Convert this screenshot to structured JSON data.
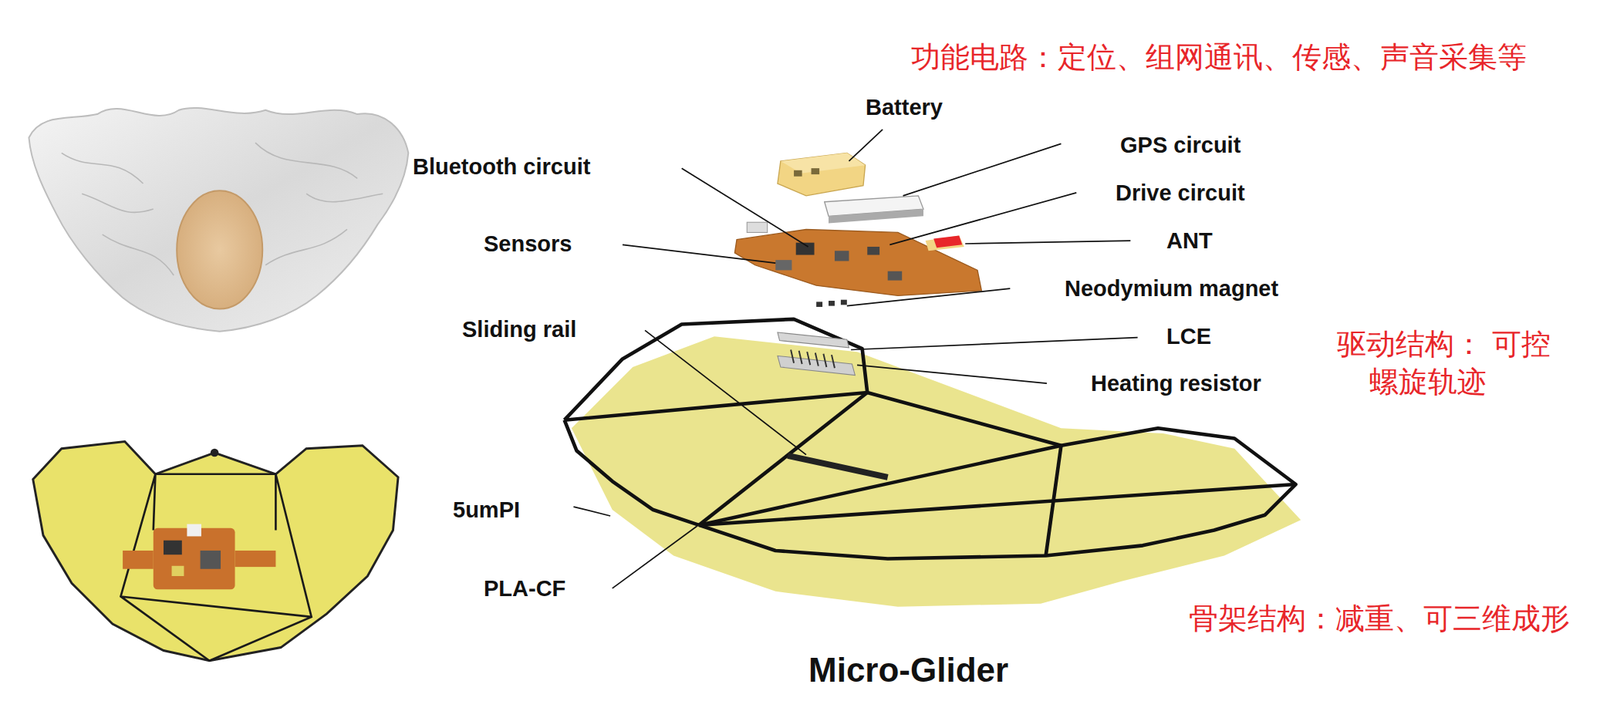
{
  "diagram": {
    "caption": "Micro-Glider",
    "labels": [
      "功能电路：定位、组网通讯、传感、声音采集等",
      "Battery",
      "Bluetooth circuit",
      "GPS circuit",
      "Drive circuit",
      "Sensors",
      "ANT",
      "Neodymium magnet",
      "Sliding rail",
      "LCE",
      "Heating resistor",
      "驱动结构： 可控螺旋轨迹",
      "5umPI",
      "PLA-CF",
      "骨架结构：减重、可三维成形"
    ]
  }
}
